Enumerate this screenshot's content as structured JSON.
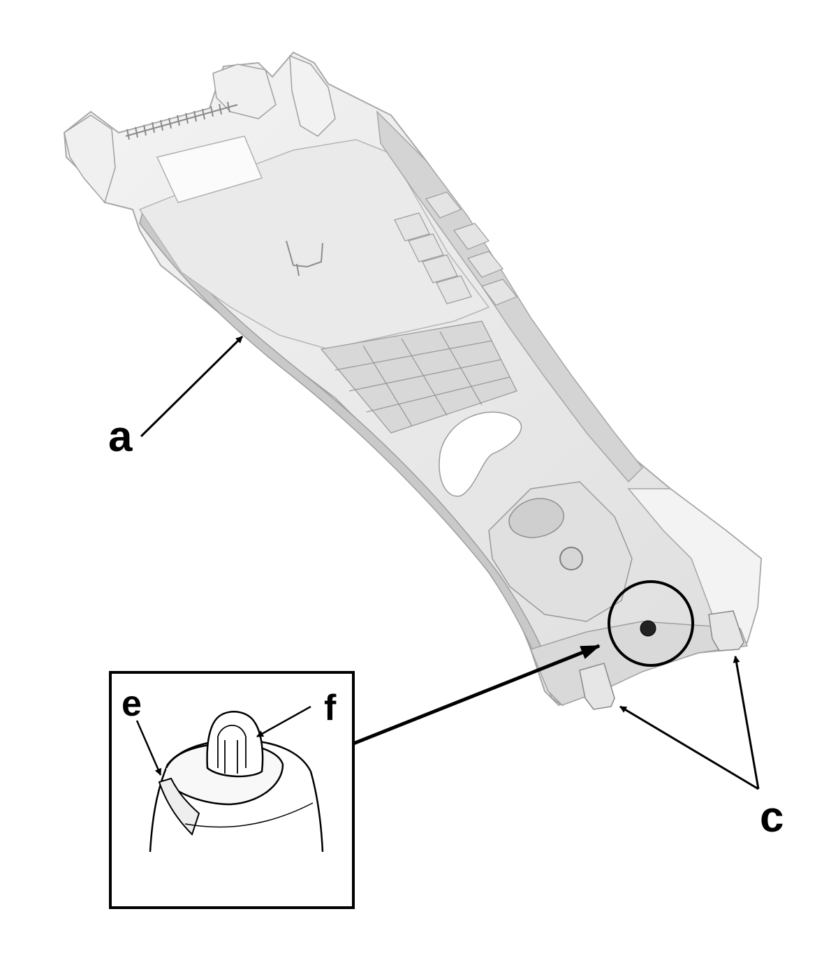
{
  "callouts": {
    "a": "a",
    "c": "c",
    "e": "e",
    "f": "f"
  },
  "colors": {
    "panel_fill": "#ececec",
    "panel_light": "#f6f6f6",
    "panel_shadow": "#c9c9c9",
    "panel_edge": "#a8a8a8",
    "ink": "#000000"
  }
}
